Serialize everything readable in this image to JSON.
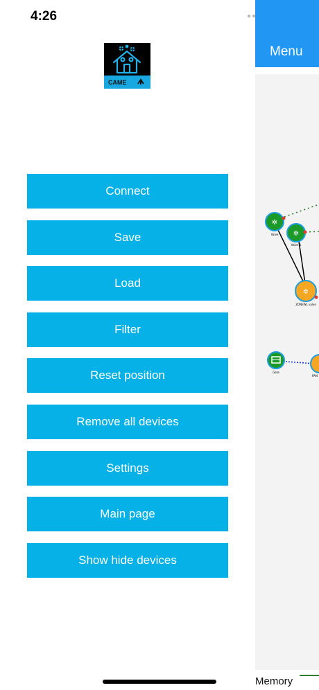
{
  "status_bar": {
    "time": "4:26"
  },
  "logo": {
    "text": "CAME"
  },
  "menu": {
    "items": [
      {
        "label": "Connect"
      },
      {
        "label": "Save"
      },
      {
        "label": "Load"
      },
      {
        "label": "Filter"
      },
      {
        "label": "Reset position"
      },
      {
        "label": "Remove all devices"
      },
      {
        "label": "Settings"
      },
      {
        "label": "Main page"
      },
      {
        "label": "Show hide devices"
      }
    ]
  },
  "side_panel": {
    "title": "Menu",
    "nodes": [
      {
        "label": "Valve"
      },
      {
        "label": "Valve 1"
      },
      {
        "label": "ZONEWL valve"
      },
      {
        "label": "Gate"
      },
      {
        "label": "PAN"
      }
    ]
  },
  "bottom_tabs": {
    "memory": "Memory"
  },
  "colors": {
    "button_bg": "#06b1e8",
    "header_bg": "#2197f3",
    "node_green": "#1b9a2a",
    "node_orange": "#f5a623",
    "link_green": "#2e7d32",
    "link_blue": "#1a36d6"
  }
}
